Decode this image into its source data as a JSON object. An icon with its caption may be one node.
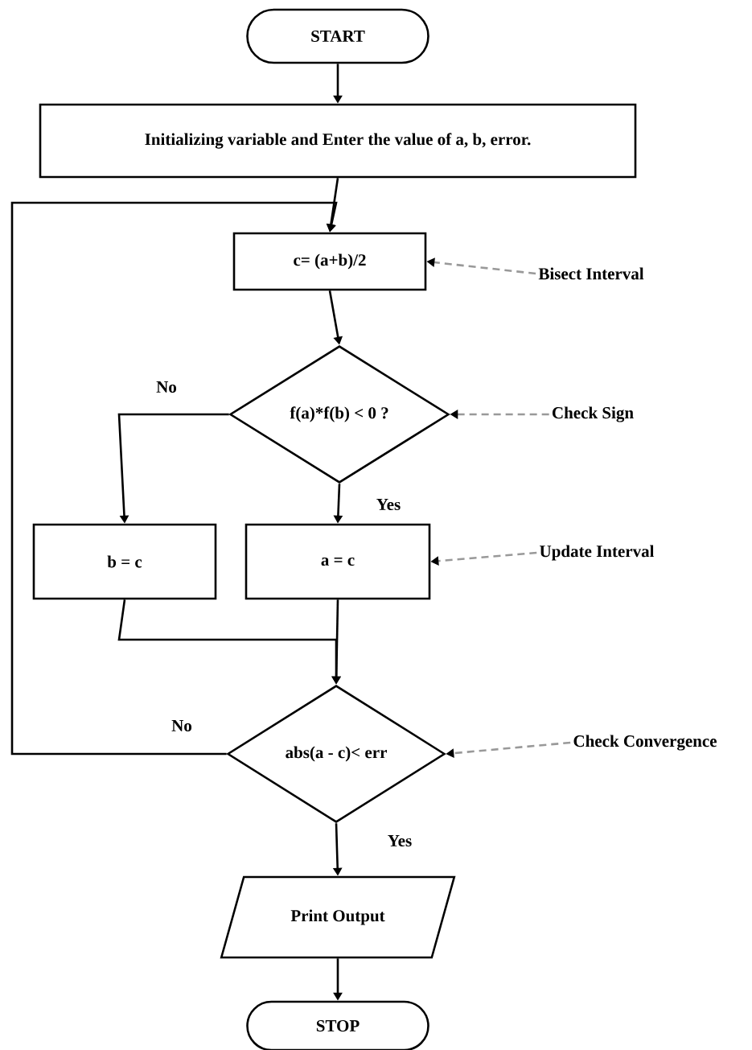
{
  "diagram": {
    "nodes": [
      {
        "text": [
          "START"
        ]
      },
      {
        "text": [
          "Initializing variable and Enter the value of a, b, error."
        ]
      },
      {
        "text": [
          "c= (a+b)/2"
        ]
      },
      {
        "text": [
          "f(a)*f(b) < 0 ?"
        ]
      },
      {
        "text": [
          "b = c"
        ]
      },
      {
        "text": [
          "a = c"
        ]
      },
      {
        "text": [
          "abs(a - c)< err"
        ]
      },
      {
        "text": [
          "Print Output"
        ]
      },
      {
        "text": [
          "STOP"
        ]
      },
      {
        "text": [
          "Bisect Interval"
        ]
      },
      {
        "text": [
          "Check Sign"
        ]
      },
      {
        "text": [
          "Update Interval"
        ]
      },
      {
        "text": [
          "Check Convergence"
        ]
      }
    ],
    "edges": [
      {
        "from": 0,
        "to": 1,
        "arrow": "to"
      },
      {
        "from": 1,
        "to": 2,
        "arrow": "to"
      },
      {
        "from": 2,
        "to": 3,
        "arrow": "to"
      },
      {
        "from": 3,
        "to": 4,
        "arrow": "to",
        "label": "No"
      },
      {
        "from": 3,
        "to": 5,
        "arrow": "to",
        "label": "Yes"
      },
      {
        "from": 4,
        "to": 6,
        "arrow": "to"
      },
      {
        "from": 5,
        "to": 6,
        "arrow": "to"
      },
      {
        "from": 6,
        "to": 2,
        "arrow": "to",
        "label": "No"
      },
      {
        "from": 6,
        "to": 7,
        "arrow": "to",
        "label": "Yes"
      },
      {
        "from": 7,
        "to": 8,
        "arrow": "to"
      },
      {
        "from": 9,
        "to": 2,
        "arrow": "to",
        "style": "dashed",
        "color": "#999999"
      },
      {
        "from": 10,
        "to": 3,
        "arrow": "to",
        "style": "dashed",
        "color": "#999999"
      },
      {
        "from": 11,
        "to": 5,
        "arrow": "to",
        "style": "dashed",
        "color": "#999999"
      },
      {
        "from": 12,
        "to": 6,
        "arrow": "to",
        "style": "dashed",
        "color": "#999999"
      }
    ]
  }
}
